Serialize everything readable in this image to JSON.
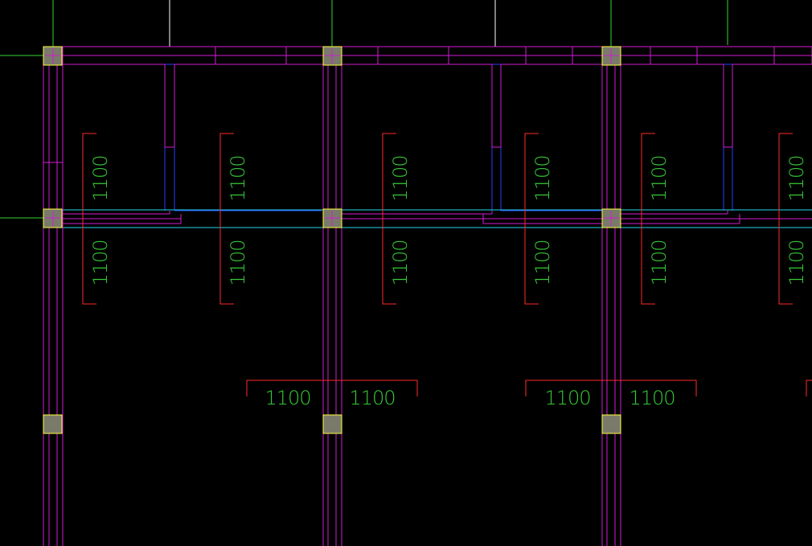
{
  "drawing": {
    "background": "#000000",
    "colors": {
      "wall": "#d21cd2",
      "beam": "#2a3cff",
      "axis": "#35d435",
      "dimension": "#ff2a2a",
      "dimension_text": "#37c837",
      "column_fill": "#7a7a6a",
      "column_edge": "#ffff3a",
      "cyan_line": "#22d8e8",
      "white_line": "#ffffff"
    },
    "columns_grid": [
      "col-A1",
      "col-B1",
      "col-C1",
      "col-A2",
      "col-B2",
      "col-C2",
      "col-A3",
      "col-B3",
      "col-C3"
    ],
    "vertical_dims": [
      {
        "top": "1100",
        "bottom": "1100"
      },
      {
        "top": "1100",
        "bottom": "1100"
      },
      {
        "top": "1100",
        "bottom": "1100"
      },
      {
        "top": "1100",
        "bottom": "1100"
      },
      {
        "top": "1100",
        "bottom": "1100"
      },
      {
        "top": "1100",
        "bottom": "1100"
      }
    ],
    "horizontal_dims": [
      {
        "left": "1100",
        "right": "1100"
      },
      {
        "left": "1100",
        "right": "1100"
      }
    ]
  }
}
